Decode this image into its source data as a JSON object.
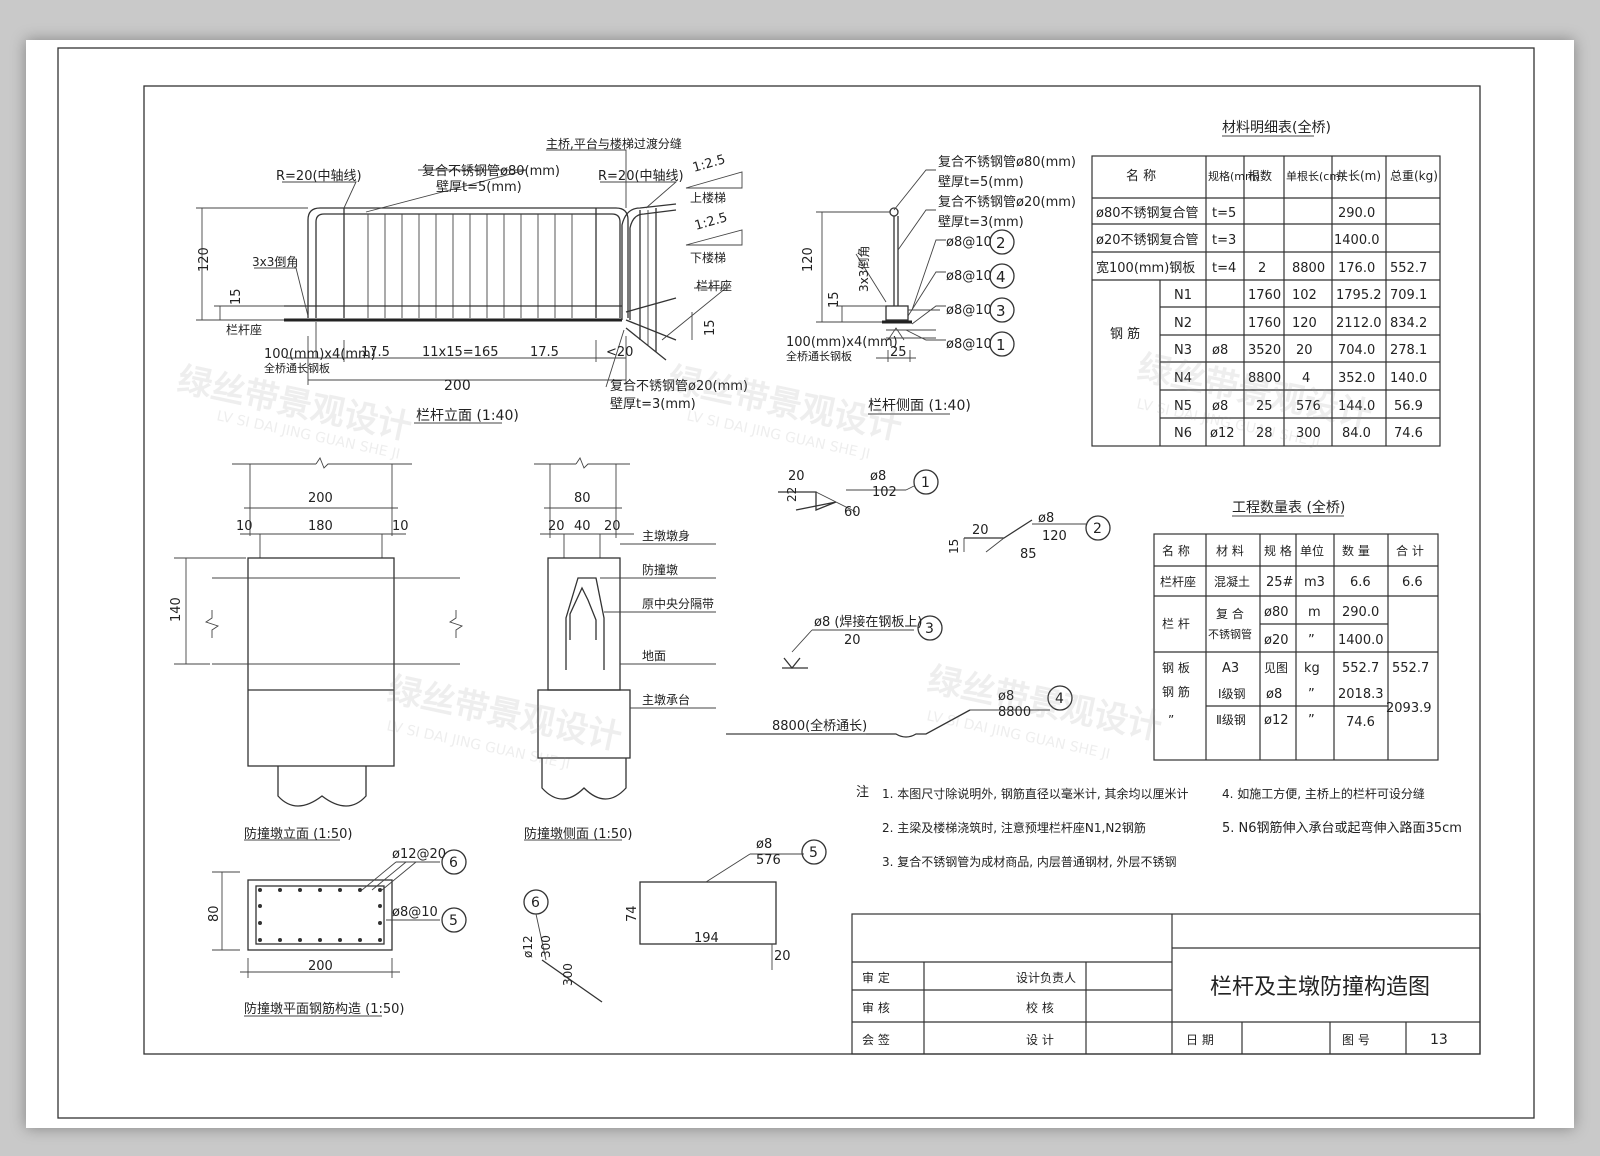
{
  "drawing_title": "栏杆及主墩防撞构造图",
  "watermark": {
    "cn": "绿丝带景观设计",
    "en": "LV SI DAI JING GUAN SHE JI"
  },
  "railing_elevation": {
    "caption": "栏杆立面 (1:40)",
    "label_r20_left": "R=20(中轴线)",
    "label_pipe80": "复合不锈钢管ø80(mm)",
    "label_wall5": "壁厚t=5(mm)",
    "label_joint": "主桥,平台与楼梯过渡分缝",
    "label_r20_right": "R=20(中轴线)",
    "slope_up": "1:2.5",
    "stairs_up": "上楼梯",
    "slope_down": "1:2.5",
    "stairs_down": "下楼梯",
    "seat_right": "栏杆座",
    "chamfer": "3x3倒角",
    "seat_left": "栏杆座",
    "plate1": "100(mm)x4(mm)",
    "plate2": "全桥通长钢板",
    "dim_120": "120",
    "dim_15": "15",
    "dim_15b": "15",
    "dim_175a": "17.5",
    "dim_spacing": "11x15=165",
    "dim_175b": "17.5",
    "dim_200": "200",
    "dim_lt20": "<20",
    "label_pipe20": "复合不锈钢管ø20(mm)",
    "label_wall3": "壁厚t=3(mm)"
  },
  "railing_side": {
    "caption": "栏杆侧面 (1:40)",
    "l1": "复合不锈钢管ø80(mm)",
    "l2": "壁厚t=5(mm)",
    "l3": "复合不锈钢管ø20(mm)",
    "l4": "壁厚t=3(mm)",
    "chamfer": "3x3倒角",
    "rebar_a": "ø8@10",
    "rebar_b": "ø8@10",
    "rebar_c": "ø8@10",
    "rebar_d": "ø8@10",
    "n2": "2",
    "n4": "4",
    "n3": "3",
    "n1": "1",
    "dim_120": "120",
    "dim_15": "15",
    "dim_25": "25",
    "plate1": "100(mm)x4(mm)",
    "plate2": "全桥通长钢板"
  },
  "material_table": {
    "title": "材料明细表(全桥)",
    "headers": [
      "名 称",
      "规格(mm)",
      "根数",
      "单根长(cm)",
      "共长(m)",
      "总重(kg)"
    ],
    "rows": [
      [
        "ø80不锈钢复合管",
        "t=5",
        "",
        "",
        "290.0",
        ""
      ],
      [
        "ø20不锈钢复合管",
        "t=3",
        "",
        "",
        "1400.0",
        ""
      ],
      [
        "宽100(mm)钢板",
        "t=4",
        "2",
        "8800",
        "176.0",
        "552.7"
      ]
    ],
    "rebar_label": "钢 筋",
    "phi8": "ø8",
    "rebar_rows": [
      [
        "N1",
        "1760",
        "102",
        "1795.2",
        "709.1"
      ],
      [
        "N2",
        "1760",
        "120",
        "2112.0",
        "834.2"
      ],
      [
        "N3",
        "3520",
        "20",
        "704.0",
        "278.1"
      ],
      [
        "N4",
        "8800",
        "4",
        "352.0",
        "140.0"
      ],
      [
        "N5",
        "ø8",
        "25",
        "576",
        "144.0",
        "56.9"
      ],
      [
        "N6",
        "ø12",
        "28",
        "300",
        "84.0",
        "74.6"
      ]
    ]
  },
  "quantity_table": {
    "title": "工程数量表 (全桥)",
    "headers": [
      "名 称",
      "材 料",
      "规 格",
      "单位",
      "数 量",
      "合 计"
    ],
    "r1": [
      "栏杆座",
      "混凝土",
      "25#",
      "m3",
      "6.6",
      "6.6"
    ],
    "r2_name": "栏 杆",
    "r2_mat_a": "复 合",
    "r2_mat_b": "不锈钢管",
    "r2a": [
      "ø80",
      "m",
      "290.0"
    ],
    "r2b": [
      "ø20",
      "”",
      "1400.0"
    ],
    "r3": [
      "钢 板",
      "A3",
      "见图",
      "kg",
      "552.7",
      "552.7"
    ],
    "r4_name": "钢 筋",
    "r4a": [
      "Ⅰ级钢",
      "ø8",
      "”",
      "2018.3"
    ],
    "r4b_name": "”",
    "r4b": [
      "Ⅱ级钢",
      "ø12",
      "”",
      "74.6"
    ],
    "r4_total": "2093.9"
  },
  "rebar_details": {
    "n1": {
      "dim_a": "20",
      "dim_b": "22",
      "dim_c": "60",
      "phi": "ø8",
      "len": "102",
      "no": "1"
    },
    "n2": {
      "dim_a": "20",
      "dim_b": "15",
      "dim_c": "85",
      "phi": "ø8",
      "len": "120",
      "no": "2"
    },
    "n3": {
      "label": "ø8 (焊接在钢板上)",
      "len": "20",
      "no": "3"
    },
    "n4": {
      "long": "8800(全桥通长)",
      "phi": "ø8",
      "len": "8800",
      "no": "4"
    },
    "n5": {
      "phi": "ø8",
      "len": "576",
      "no": "5",
      "dim_a": "74",
      "dim_b": "194",
      "dim_c": "20"
    },
    "n6": {
      "no": "6",
      "phi": "ø12",
      "len": "300",
      "dim": "300"
    }
  },
  "pier_elevation": {
    "caption": "防撞墩立面 (1:50)",
    "dim_200": "200",
    "dim_10a": "10",
    "dim_180": "180",
    "dim_10b": "10",
    "dim_140": "140"
  },
  "pier_side": {
    "caption": "防撞墩侧面 (1:50)",
    "dim_80": "80",
    "dim_20a": "20",
    "dim_40": "40",
    "dim_20b": "20",
    "labels": [
      "主墩墩身",
      "防撞墩",
      "原中央分隔带",
      "地面",
      "主墩承台"
    ]
  },
  "pier_plan": {
    "caption": "防撞墩平面钢筋构造 (1:50)",
    "r1": "ø12@20",
    "r1n": "6",
    "r2": "ø8@10",
    "r2n": "5",
    "dim_80": "80",
    "dim_200": "200"
  },
  "notes": {
    "prefix": "注",
    "n1": "1. 本图尺寸除说明外, 钢筋直径以毫米计, 其余均以厘米计",
    "n2": "2. 主梁及楼梯浇筑时, 注意预埋栏杆座N1,N2钢筋",
    "n3": "3. 复合不锈钢管为成材商品, 内层普通钢材, 外层不锈钢",
    "n4": "4. 如施工方便, 主桥上的栏杆可设分缝",
    "n5": "5. N6钢筋伸入承台或起弯伸入路面35cm"
  },
  "title_block": {
    "shending": "审 定",
    "shenhe": "审 核",
    "huiqian": "会 签",
    "sheji_fzr": "设计负责人",
    "jiaohe": "校 核",
    "sheji": "设 计",
    "riqi": "日 期",
    "tuhao": "图 号",
    "number": "13"
  }
}
